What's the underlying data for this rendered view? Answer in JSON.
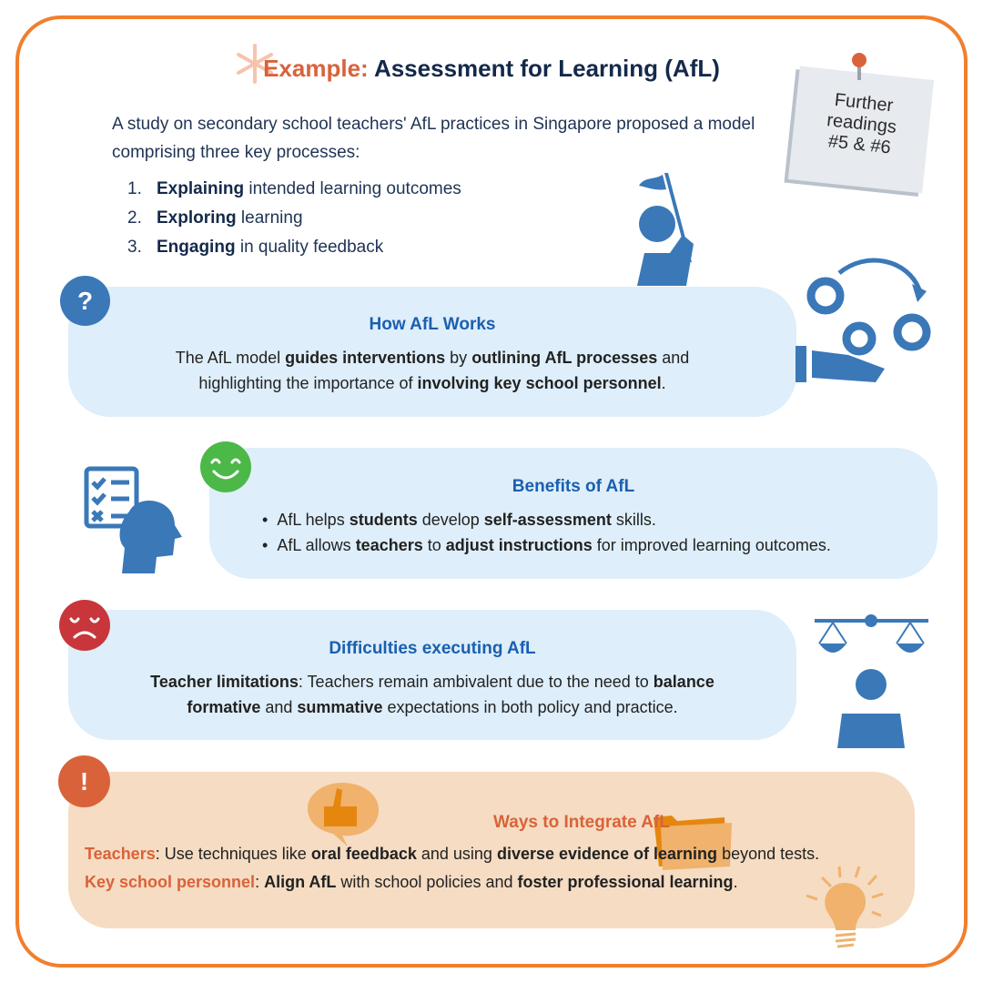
{
  "title": {
    "prefix": "Example:",
    "main": " Assessment for Learning (AfL)"
  },
  "intro": "A study on secondary school teachers' AfL practices in Singapore proposed a model comprising three key processes:",
  "processes": [
    {
      "num": "1.",
      "bold": "Explaining",
      "rest": " intended learning outcomes"
    },
    {
      "num": "2.",
      "bold": "Exploring",
      "rest": " learning"
    },
    {
      "num": "3.",
      "bold": "Engaging",
      "rest": " in quality feedback"
    }
  ],
  "note": {
    "line1": "Further",
    "line2": "readings",
    "line3": "#5 & #6"
  },
  "how": {
    "title": "How AfL Works",
    "icon": "question-icon",
    "text": [
      {
        "t": "The AfL model "
      },
      {
        "t": "guides interventions",
        "b": 1
      },
      {
        "t": " by "
      },
      {
        "t": "outlining AfL processes",
        "b": 1
      },
      {
        "t": " and highlighting the importance of "
      },
      {
        "t": "involving key school personnel",
        "b": 1
      },
      {
        "t": "."
      }
    ]
  },
  "benefits": {
    "title": "Benefits of AfL",
    "icon": "smile-icon",
    "bullets": [
      [
        {
          "t": "AfL helps "
        },
        {
          "t": "students",
          "b": 1
        },
        {
          "t": " develop "
        },
        {
          "t": "self-assessment",
          "b": 1
        },
        {
          "t": " skills."
        }
      ],
      [
        {
          "t": "AfL allows "
        },
        {
          "t": "teachers",
          "b": 1
        },
        {
          "t": " to "
        },
        {
          "t": "adjust instructions",
          "b": 1
        },
        {
          "t": " for improved learning outcomes."
        }
      ]
    ]
  },
  "difficulties": {
    "title": "Difficulties executing AfL",
    "icon": "sad-icon",
    "text": [
      {
        "t": "Teacher limitations",
        "b": 1
      },
      {
        "t": ": Teachers remain ambivalent due to the need to "
      },
      {
        "t": "balance formative",
        "b": 1
      },
      {
        "t": " and "
      },
      {
        "t": "summative",
        "b": 1
      },
      {
        "t": " expectations in both policy and practice."
      }
    ]
  },
  "ways": {
    "title": "Ways to Integrate AfL",
    "icon": "exclamation-icon",
    "lines": [
      [
        {
          "t": "Teachers",
          "l": 1
        },
        {
          "t": ": Use techniques like "
        },
        {
          "t": "oral feedback",
          "b": 1
        },
        {
          "t": " and using "
        },
        {
          "t": "diverse evidence of learning",
          "b": 1
        },
        {
          "t": " beyond tests."
        }
      ],
      [
        {
          "t": "Key school personnel",
          "l": 1
        },
        {
          "t": ": "
        },
        {
          "t": "Align AfL",
          "b": 1
        },
        {
          "t": " with school policies and "
        },
        {
          "t": "foster professional learning",
          "b": 1
        },
        {
          "t": "."
        }
      ]
    ]
  },
  "colors": {
    "accent": "#d9623a",
    "frame": "#f07f2e",
    "blue": "#3a78b8",
    "heading": "#1a5fb0",
    "green": "#4cb848",
    "red": "#c8363c"
  }
}
